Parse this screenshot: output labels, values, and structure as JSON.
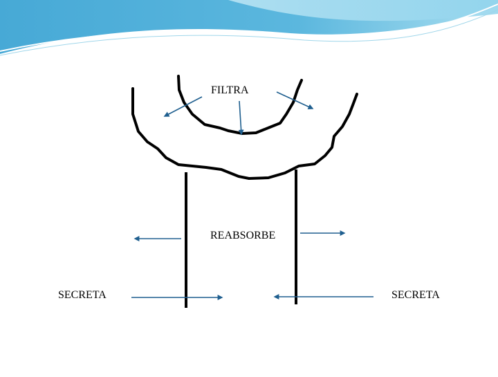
{
  "labels": {
    "filtra": "FILTRA",
    "reabsorbe": "REABSORBE",
    "secreta_left": "SECRETA",
    "secreta_right": "SECRETA"
  },
  "colors": {
    "header_dark": "#3a9fcf",
    "header_light": "#a9def0",
    "structure": "#000000",
    "arrow": "#1f5f8f"
  }
}
